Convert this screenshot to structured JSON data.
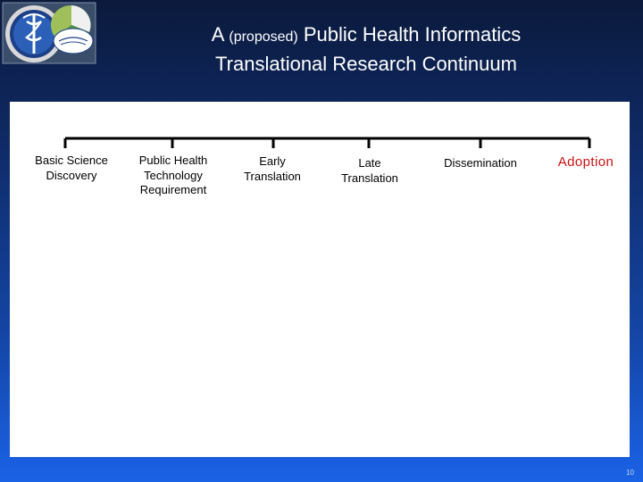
{
  "slide": {
    "title": {
      "line1_prefix": "A",
      "line1_qualifier": "(proposed)",
      "line1_suffix": "Public Health Informatics",
      "line2": "Translational Research Continuum"
    },
    "page_number": "10"
  },
  "logo": {
    "icon": "public-health-emblem-logo"
  },
  "timeline": {
    "stages": [
      {
        "lines": [
          "Basic Science",
          "Discovery"
        ],
        "highlight": false
      },
      {
        "lines": [
          "Public Health",
          "Technology",
          "Requirement"
        ],
        "highlight": false
      },
      {
        "lines": [
          "Early",
          "Translation"
        ],
        "highlight": false
      },
      {
        "lines": [
          "Late",
          "Translation"
        ],
        "highlight": false
      },
      {
        "lines": [
          "Dissemination"
        ],
        "highlight": false
      },
      {
        "lines": [
          "Adoption"
        ],
        "highlight": true
      }
    ],
    "colors": {
      "line": "#000000",
      "highlight_text": "#cc1111"
    }
  }
}
